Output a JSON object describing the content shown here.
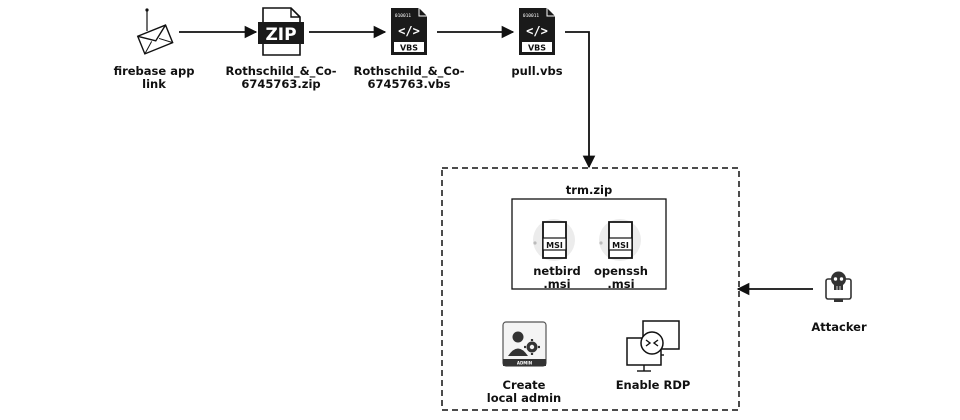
{
  "nodes": {
    "email": {
      "line1": "firebase app",
      "line2": "link"
    },
    "zip": {
      "line1": "Rothschild_&_Co-",
      "line2": "6745763.zip",
      "icon_text": "ZIP"
    },
    "vbs1": {
      "line1": "Rothschild_&_Co-",
      "line2": "6745763.vbs",
      "icon_text": "VBS",
      "code_text": "</>",
      "bin_text": "010011"
    },
    "vbs2": {
      "line1": "pull.vbs",
      "icon_text": "VBS",
      "code_text": "</>",
      "bin_text": "010011"
    },
    "trm": {
      "title": "trm.zip"
    },
    "netbird": {
      "line1": "netbird",
      "line2": ".msi",
      "icon_text": "MSI"
    },
    "openssh": {
      "line1": "openssh",
      "line2": ".msi",
      "icon_text": "MSI"
    },
    "admin": {
      "line1": "Create",
      "line2": "local admin",
      "badge_text": "ADMIN"
    },
    "rdp": {
      "line1": "Enable RDP"
    },
    "attacker": {
      "line1": "Attacker"
    }
  },
  "colors": {
    "line": "#111111",
    "icon": "#1a1a1a",
    "soft": "#e9e9e9"
  }
}
